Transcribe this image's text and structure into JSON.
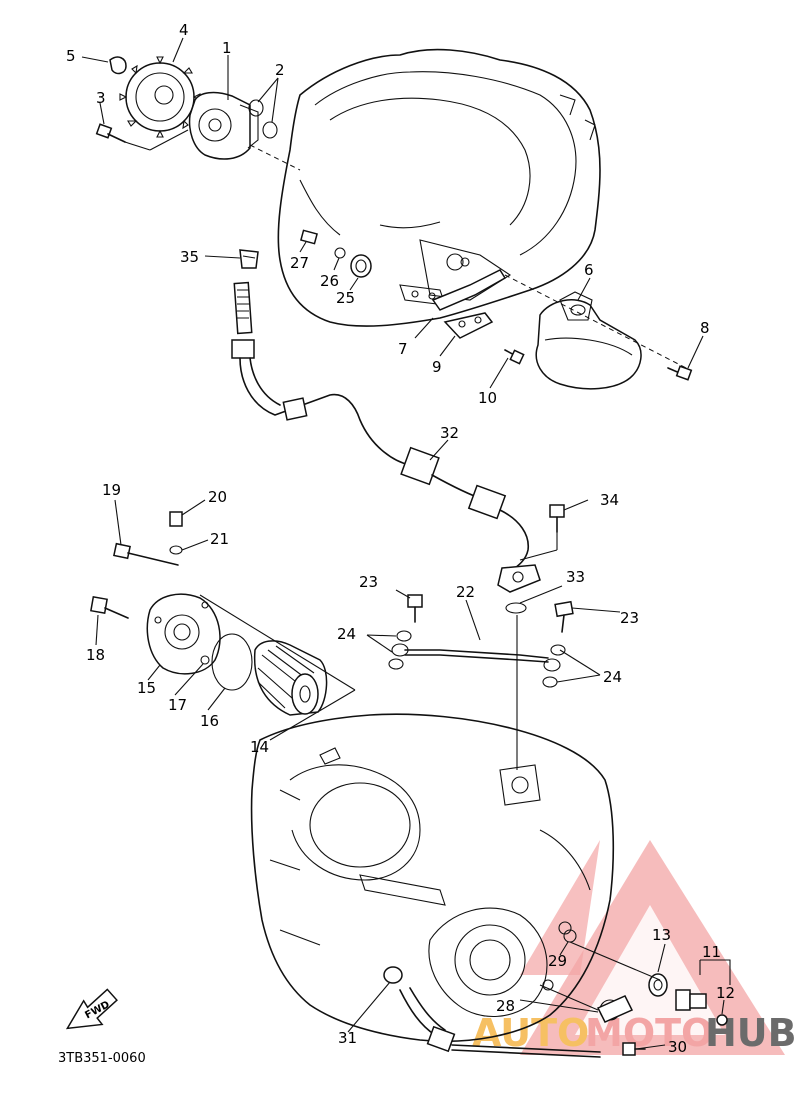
{
  "diagram_code": "3TB351-0060",
  "fwd_label": "FWD",
  "watermark": {
    "part1": "AUTO",
    "part2": "MOTO",
    "part3": "HUB",
    "color_brand": "#f08a8a",
    "color_orange": "#f6c063",
    "color_gray": "#6b6b6b"
  },
  "callouts": {
    "c1": "1",
    "c2": "2",
    "c3": "3",
    "c4": "4",
    "c5": "5",
    "c6": "6",
    "c7": "7",
    "c8": "8",
    "c9": "9",
    "c10": "10",
    "c11": "11",
    "c12": "12",
    "c13": "13",
    "c14": "14",
    "c15": "15",
    "c16": "16",
    "c17": "17",
    "c18": "18",
    "c19": "19",
    "c20": "20",
    "c21": "21",
    "c22": "22",
    "c23a": "23",
    "c23b": "23",
    "c24a": "24",
    "c24b": "24",
    "c25": "25",
    "c26": "26",
    "c27": "27",
    "c28": "28",
    "c29": "29",
    "c30": "30",
    "c31": "31",
    "c32": "32",
    "c33": "33",
    "c34": "34",
    "c35": "35"
  }
}
